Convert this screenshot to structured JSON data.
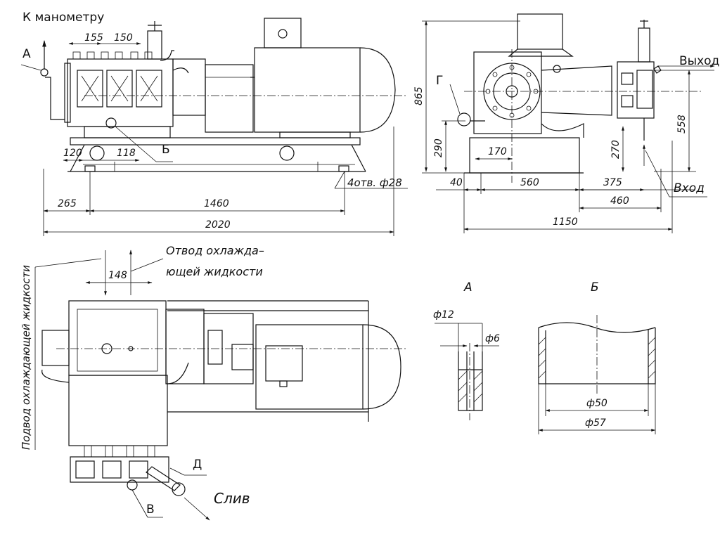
{
  "labels": {
    "to_gauge": "К манометру",
    "outlet": "Выход",
    "inlet": "Вход",
    "coolant_out_line1": "Отвод охлажда–",
    "coolant_out_line2": "ющей жидкости",
    "coolant_in": "Подвод охлаждающей жидкости",
    "drain": "Слив",
    "mark_a": "А",
    "mark_b": "Б",
    "mark_g": "Г",
    "mark_d": "Д",
    "mark_v": "В",
    "detail_a_title": "А",
    "detail_b_title": "Б",
    "holes": "4отв. ф28"
  },
  "dimensions": {
    "d155": "155",
    "d150": "150",
    "d120": "120",
    "d118": "118",
    "d265": "265",
    "d1460": "1460",
    "d2020": "2020",
    "d865": "865",
    "d290": "290",
    "d170": "170",
    "d40": "40",
    "d560": "560",
    "d375": "375",
    "d270": "270",
    "d558": "558",
    "d460": "460",
    "d1150": "1150",
    "d148": "148",
    "phi12": "ф12",
    "phi6": "ф6",
    "phi50": "ф50",
    "phi57": "ф57"
  }
}
